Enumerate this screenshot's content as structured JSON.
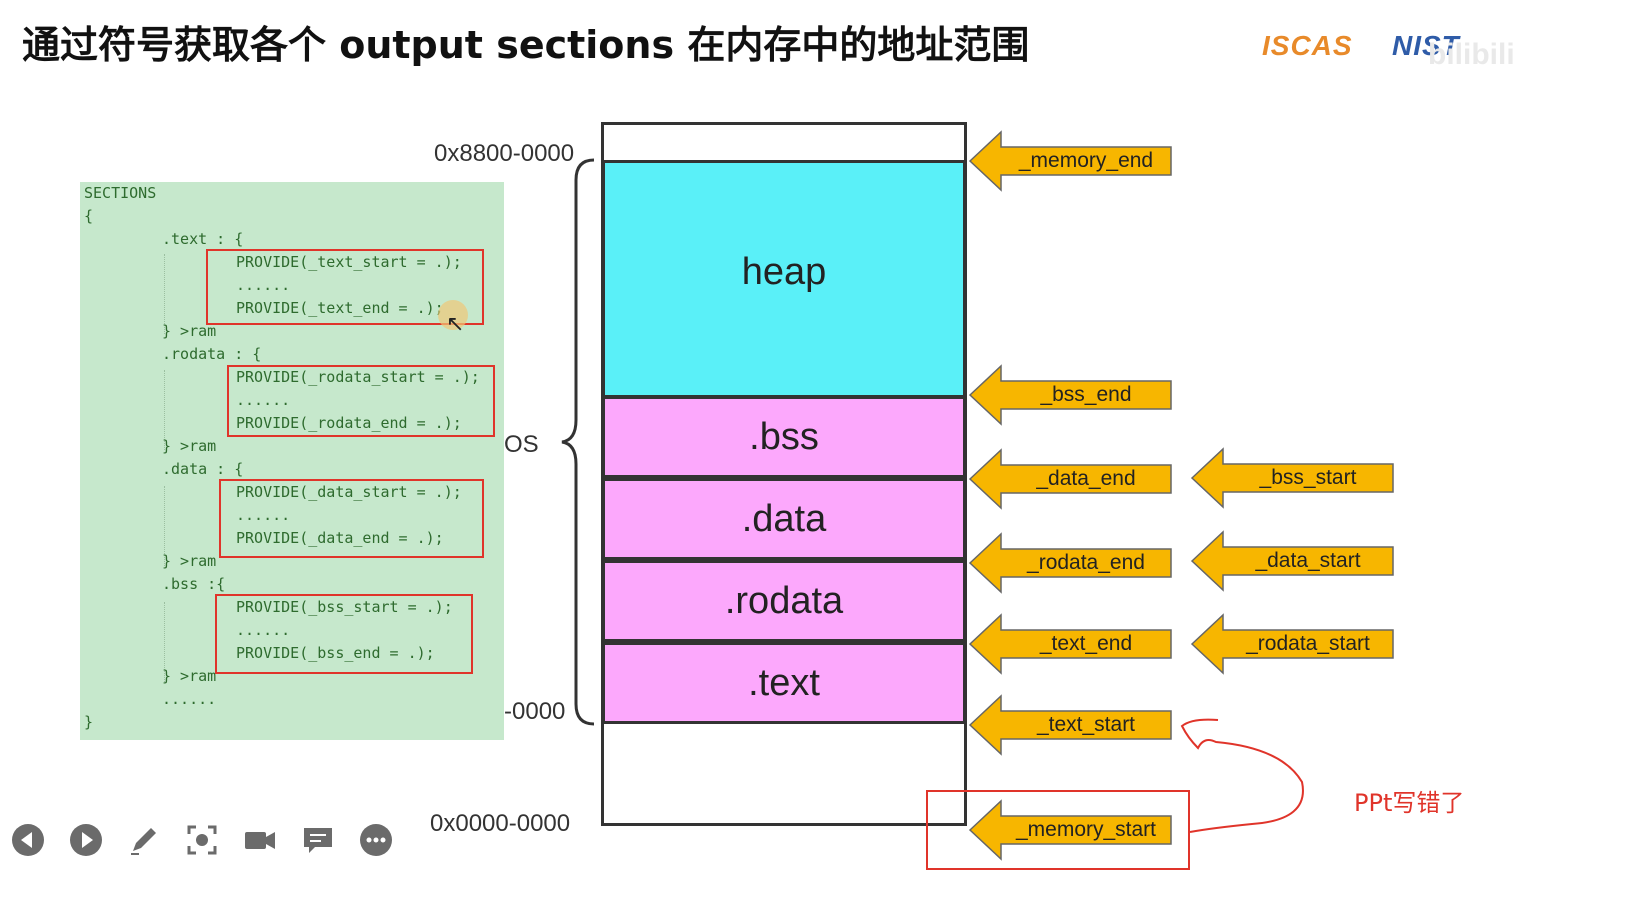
{
  "slide": {
    "title": "通过符号获取各个 output sections 在内存中的地址范围",
    "logos": [
      "ISCAS",
      "NIST"
    ],
    "watermark": "bilibili",
    "annotation": "PPt写错了"
  },
  "code": {
    "lines": [
      "SECTIONS",
      "{",
      ".text : {",
      "PROVIDE(_text_start = .);",
      "......",
      "PROVIDE(_text_end = .);",
      "} >ram",
      ".rodata : {",
      "PROVIDE(_rodata_start = .);",
      "......",
      "PROVIDE(_rodata_end = .);",
      "} >ram",
      ".data : {",
      "PROVIDE(_data_start = .);",
      "......",
      "PROVIDE(_data_end = .);",
      "} >ram",
      ".bss :{",
      "PROVIDE(_bss_start = .);",
      "......",
      "PROVIDE(_bss_end = .);",
      "} >ram",
      "......",
      "}"
    ]
  },
  "memory": {
    "addr_top": "0x8800-0000",
    "addr_mid": "OS",
    "addr_low": "-0000",
    "addr_bottom": "0x0000-0000",
    "sections": {
      "heap": "heap",
      "bss": ".bss",
      "data": ".data",
      "rodata": ".rodata",
      "text": ".text"
    }
  },
  "symbols": {
    "memory_end": "_memory_end",
    "bss_end": "_bss_end",
    "data_end": "_data_end",
    "bss_start": "_bss_start",
    "rodata_end": "_rodata_end",
    "data_start": "_data_start",
    "text_end": "_text_end",
    "rodata_start": "_rodata_start",
    "text_start": "_text_start",
    "memory_start": "_memory_start"
  },
  "colors": {
    "heap": "#5af0f8",
    "section": "#fca8fc",
    "arrow": "#f7b600",
    "code_bg": "#c6e8cc",
    "highlight": "#e0342a"
  },
  "toolbar": [
    "prev-icon",
    "next-icon",
    "pen-icon",
    "screenshot-icon",
    "camera-icon",
    "comment-icon",
    "more-icon"
  ]
}
